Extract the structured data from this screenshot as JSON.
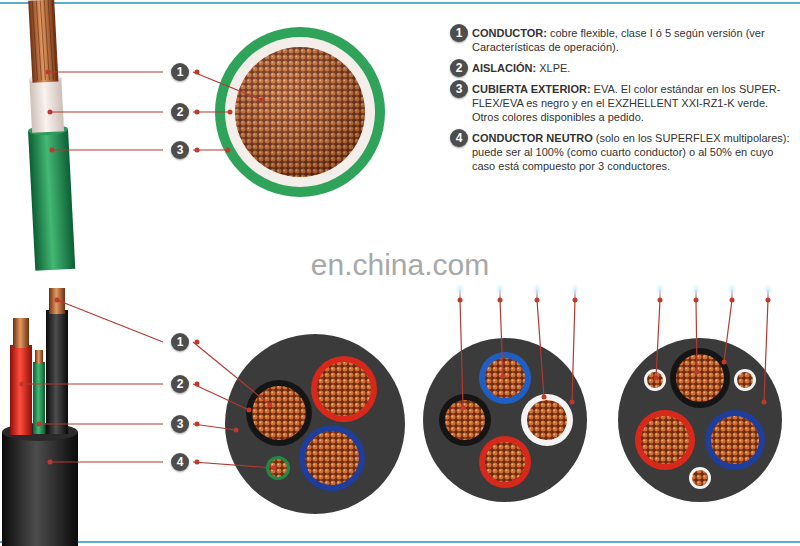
{
  "diagram": {
    "nodes": [
      {
        "text": [
          "1"
        ]
      },
      {
        "text": [
          "2"
        ]
      },
      {
        "text": [
          "3"
        ]
      },
      {
        "text": [
          "1"
        ]
      },
      {
        "text": [
          "2"
        ]
      },
      {
        "text": [
          "3"
        ]
      },
      {
        "text": [
          "4"
        ]
      },
      {
        "text": [
          "1"
        ]
      },
      {
        "text": [
          "2"
        ]
      },
      {
        "text": [
          "3"
        ]
      },
      {
        "text": [
          "4"
        ]
      }
    ],
    "labels": [
      "CONDUCTOR:",
      "cobre flexible, clase I ó 5 según versión (ver Características de operación).",
      "AISLACIÓN:",
      "XLPE.",
      "CUBIERTA EXTERIOR:",
      "EVA. El color estándar en los SUPER-FLEX/EVA es negro y en el EXZHELLENT XXI-RZ1-K verde. Otros colores disponibles a pedido.",
      "CONDUCTOR NEUTRO",
      "(solo en los SUPERFLEX multipolares): puede ser al 100% (como cuarto conductor) o al 50% en cuyo caso está compuesto por 3 conductores.",
      "en.china.com"
    ]
  }
}
